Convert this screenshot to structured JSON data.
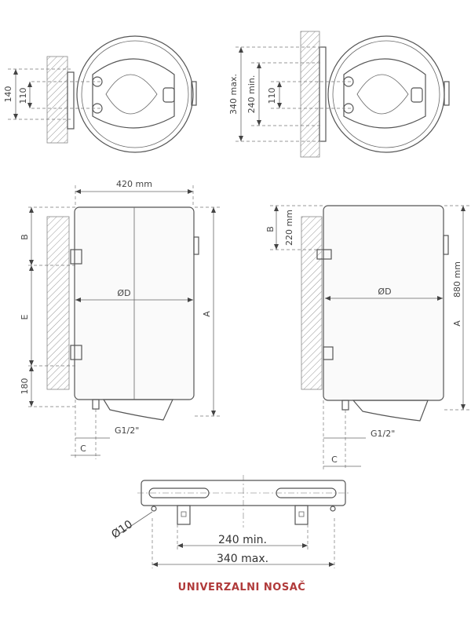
{
  "top_left_view": {
    "dim_140": "140",
    "dim_110": "110"
  },
  "top_right_view": {
    "dim_340_max": "340 max.",
    "dim_240_min": "240 min.",
    "dim_110": "110"
  },
  "front_view": {
    "width_label": "420 mm",
    "diameter_label": "ØD",
    "height_label": "A",
    "dim_b": "B",
    "dim_e": "E",
    "dim_180": "180",
    "dim_c": "C",
    "pipe_label": "G1/2\""
  },
  "side_view": {
    "dim_b_220": "B",
    "dim_220": "220 mm",
    "diameter_label": "ØD",
    "height_label": "A",
    "height_value": "880 mm",
    "dim_c": "C",
    "pipe_label": "G1/2\""
  },
  "bracket": {
    "hole_label": "Ø10",
    "dim_240_min": "240 min.",
    "dim_340_max": "340 max.",
    "title": "UNIVERZALNI NOSAČ"
  }
}
